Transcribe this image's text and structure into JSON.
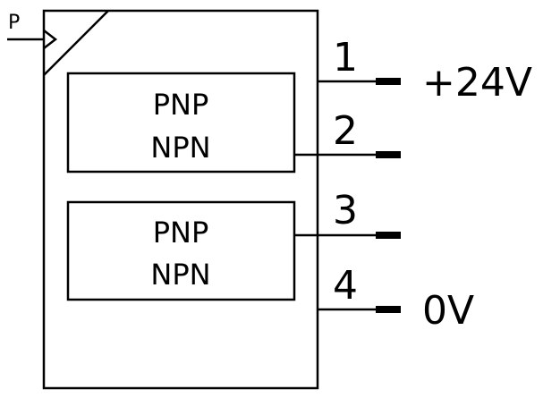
{
  "input": {
    "label": "P"
  },
  "outputs": [
    {
      "label": "PNP",
      "sublabel": "NPN"
    },
    {
      "label": "PNP",
      "sublabel": "NPN"
    }
  ],
  "pins": [
    {
      "number": "1",
      "label": "+24V"
    },
    {
      "number": "2",
      "label": ""
    },
    {
      "number": "3",
      "label": ""
    },
    {
      "number": "4",
      "label": "0V"
    }
  ]
}
